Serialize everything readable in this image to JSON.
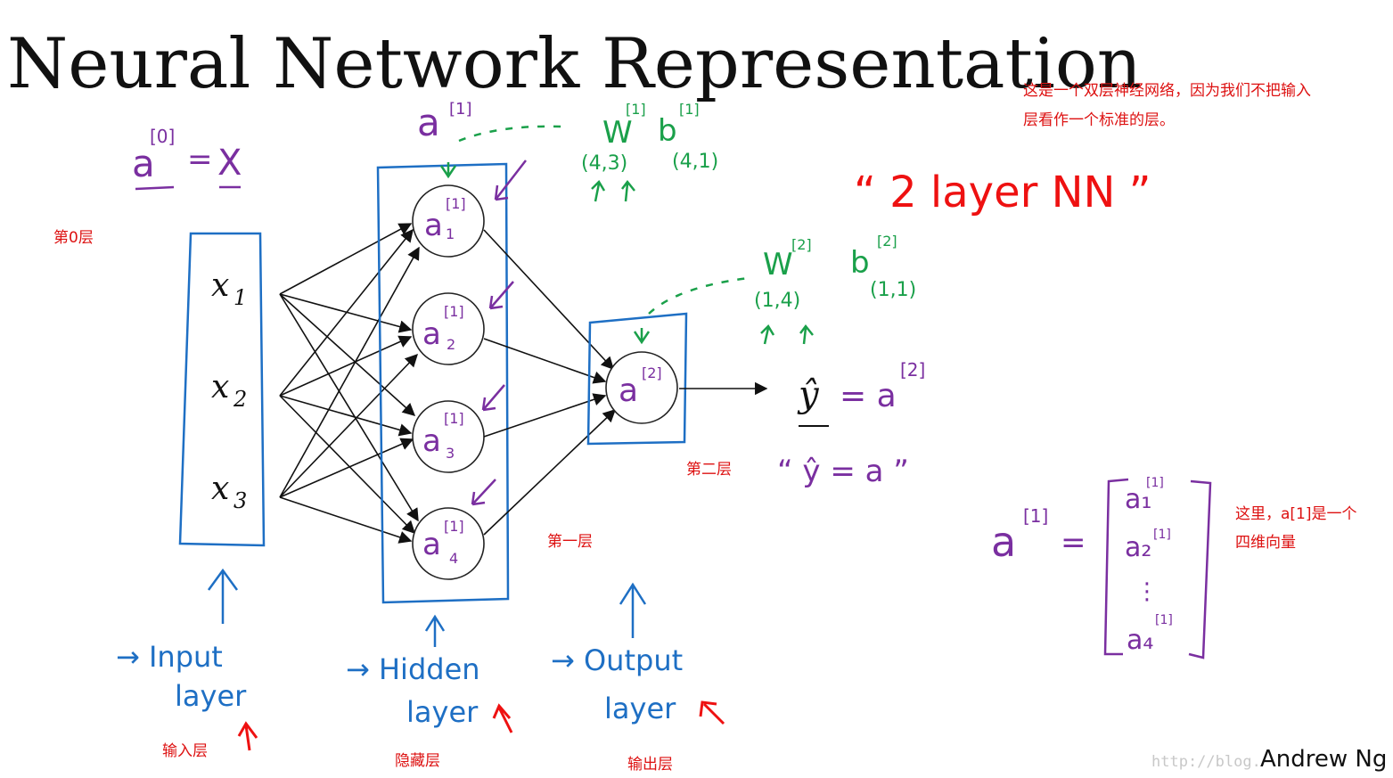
{
  "title": "Neural Network Representation",
  "annotations": {
    "two_layer_note_line1": "这是一个双层神经网络，因为我们不把输入",
    "two_layer_note_line2": "层看作一个标准的层。",
    "layer0": "第0层",
    "layer1": "第一层",
    "layer2": "第二层",
    "input_layer_cn": "输入层",
    "hidden_layer_cn": "隐藏层",
    "output_layer_cn": "输出层",
    "vector_note_line1": "这里，a[1]是一个",
    "vector_note_line2": "四维向量"
  },
  "inputs": {
    "x1": "x",
    "x1_sub": "1",
    "x2": "x",
    "x2_sub": "2",
    "x3": "x",
    "x3_sub": "3"
  },
  "handwriting": {
    "a0_eq_x": "a",
    "a0_sup": "[0]",
    "eq": "=",
    "X": "X",
    "a1_top": "a",
    "a1_top_sup": "[1]",
    "W1": "W",
    "W1_sup": "[1]",
    "b1": "b",
    "b1_sup": "[1]",
    "W1_shape": "(4,3)",
    "b1_shape": "(4,1)",
    "W2": "W",
    "W2_sup": "[2]",
    "b2": "b",
    "b2_sup": "[2]",
    "W2_shape": "(1,4)",
    "b2_shape": "(1,1)",
    "two_layer_nn": "“ 2  layer  NN ”",
    "yhat": "ŷ",
    "yhat_eq": "= a",
    "yhat_sup": "[2]",
    "yhat_alt": "“ ŷ = a ”",
    "a1_vec": "a",
    "a1_vec_sup": "[1]",
    "vec_eq": "=",
    "vec_entries": [
      "a₁",
      "a₂",
      "⋮",
      "a₄"
    ],
    "vec_entry_sup": "[1]",
    "input_layer_en_1": "→ Input",
    "input_layer_en_2": "layer",
    "hidden_layer_en_1": "→ Hidden",
    "hidden_layer_en_2": "layer",
    "output_layer_en_1": "→ Output",
    "output_layer_en_2": "layer"
  },
  "hidden_nodes": [
    {
      "label": "a",
      "sup": "[1]",
      "sub": "1"
    },
    {
      "label": "a",
      "sup": "[1]",
      "sub": "2"
    },
    {
      "label": "a",
      "sup": "[1]",
      "sub": "3"
    },
    {
      "label": "a",
      "sup": "[1]",
      "sub": "4"
    }
  ],
  "output_node": {
    "label": "a",
    "sup": "[2]"
  },
  "watermark": "http://blog.",
  "signature": "Andrew Ng",
  "colors": {
    "purple": "#7a2fa0",
    "green": "#1aa04a",
    "blue": "#1e6fc4",
    "red": "#e11111"
  }
}
